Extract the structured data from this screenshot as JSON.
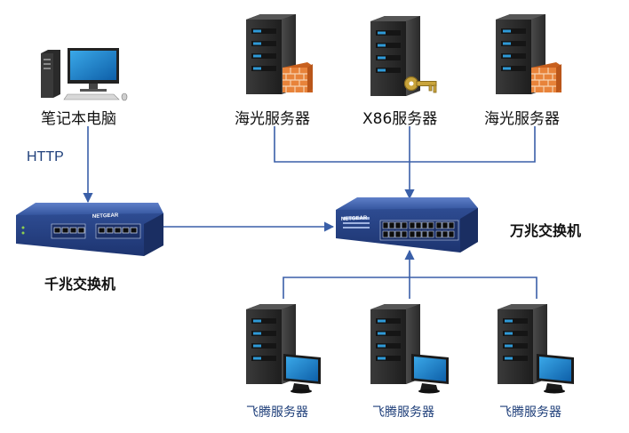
{
  "nodes": {
    "laptop": {
      "label": "笔记本电脑"
    },
    "hg_server_left": {
      "label": "海光服务器"
    },
    "x86_server": {
      "label": "X86服务器"
    },
    "hg_server_right": {
      "label": "海光服务器"
    },
    "gigabit_switch": {
      "label": "千兆交换机",
      "brand": "NETGEAR"
    },
    "tengig_switch": {
      "label": "万兆交换机",
      "brand": "NETGEAR"
    },
    "ft_server_1": {
      "label": "飞腾服务器"
    },
    "ft_server_2": {
      "label": "飞腾服务器"
    },
    "ft_server_3": {
      "label": "飞腾服务器"
    }
  },
  "edges": {
    "laptop_to_gigabit": {
      "label": "HTTP"
    }
  },
  "colors": {
    "line": "#3a5fa8",
    "server_body": "#2b2b2b",
    "server_led": "#2f9ad8",
    "switch_blue": "#2f4f9a",
    "firewall_orange": "#e8833a",
    "key_gold": "#c9a43b"
  }
}
